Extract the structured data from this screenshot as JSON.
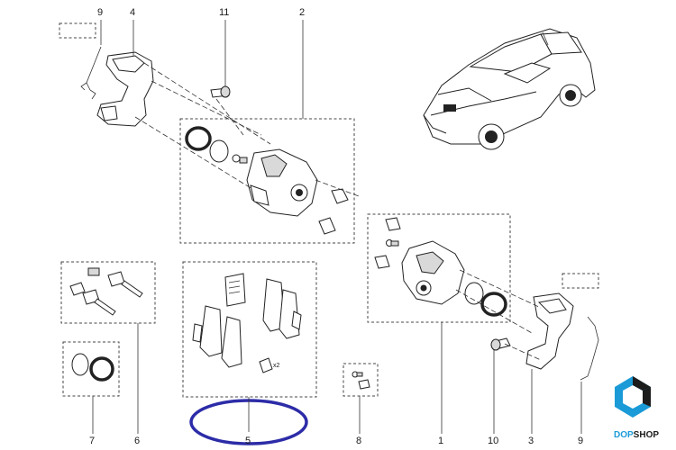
{
  "callouts": {
    "n9_top": "9",
    "n4": "4",
    "n11": "11",
    "n2": "2",
    "n7": "7",
    "n6": "6",
    "n5": "5",
    "n8": "8",
    "n1": "1",
    "n10": "10",
    "n3": "3",
    "n9_bottom": "9"
  },
  "pad_kit_qty": "x2",
  "highlight_color": "#2c2ca8",
  "brand": {
    "prefix": "DOP",
    "suffix": "SHOP",
    "prefix_color": "#1a9bd7",
    "suffix_color": "#1c1c1c"
  }
}
